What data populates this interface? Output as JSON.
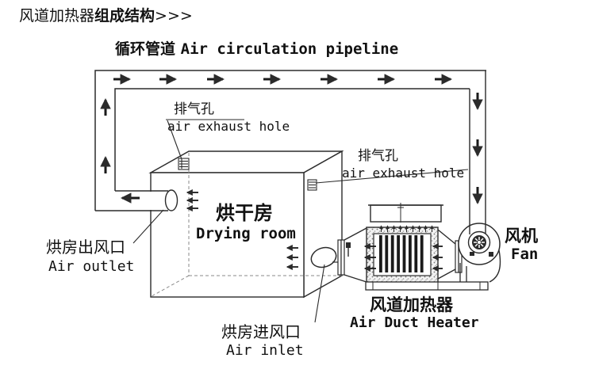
{
  "title": {
    "part1": "风道加热器",
    "part2": "组成结构",
    "part3": ">>>"
  },
  "labels": {
    "pipeline": {
      "zh": "循环管道",
      "en": "Air circulation pipeline"
    },
    "exhaust1": {
      "zh": "排气孔",
      "en": "air exhaust hole"
    },
    "exhaust2": {
      "zh": "排气孔",
      "en": "air exhaust hole"
    },
    "drying_room": {
      "zh": "烘干房",
      "en": "Drying room"
    },
    "air_outlet": {
      "zh": "烘房出风口",
      "en": "Air outlet"
    },
    "air_inlet": {
      "zh": "烘房进风口",
      "en": "Air inlet"
    },
    "heater": {
      "zh": "风道加热器",
      "en": "Air Duct Heater"
    },
    "fan": {
      "zh": "风机",
      "en": "Fan"
    }
  },
  "colors": {
    "line": "#2b2b2b",
    "text": "#111111",
    "background": "#ffffff"
  }
}
